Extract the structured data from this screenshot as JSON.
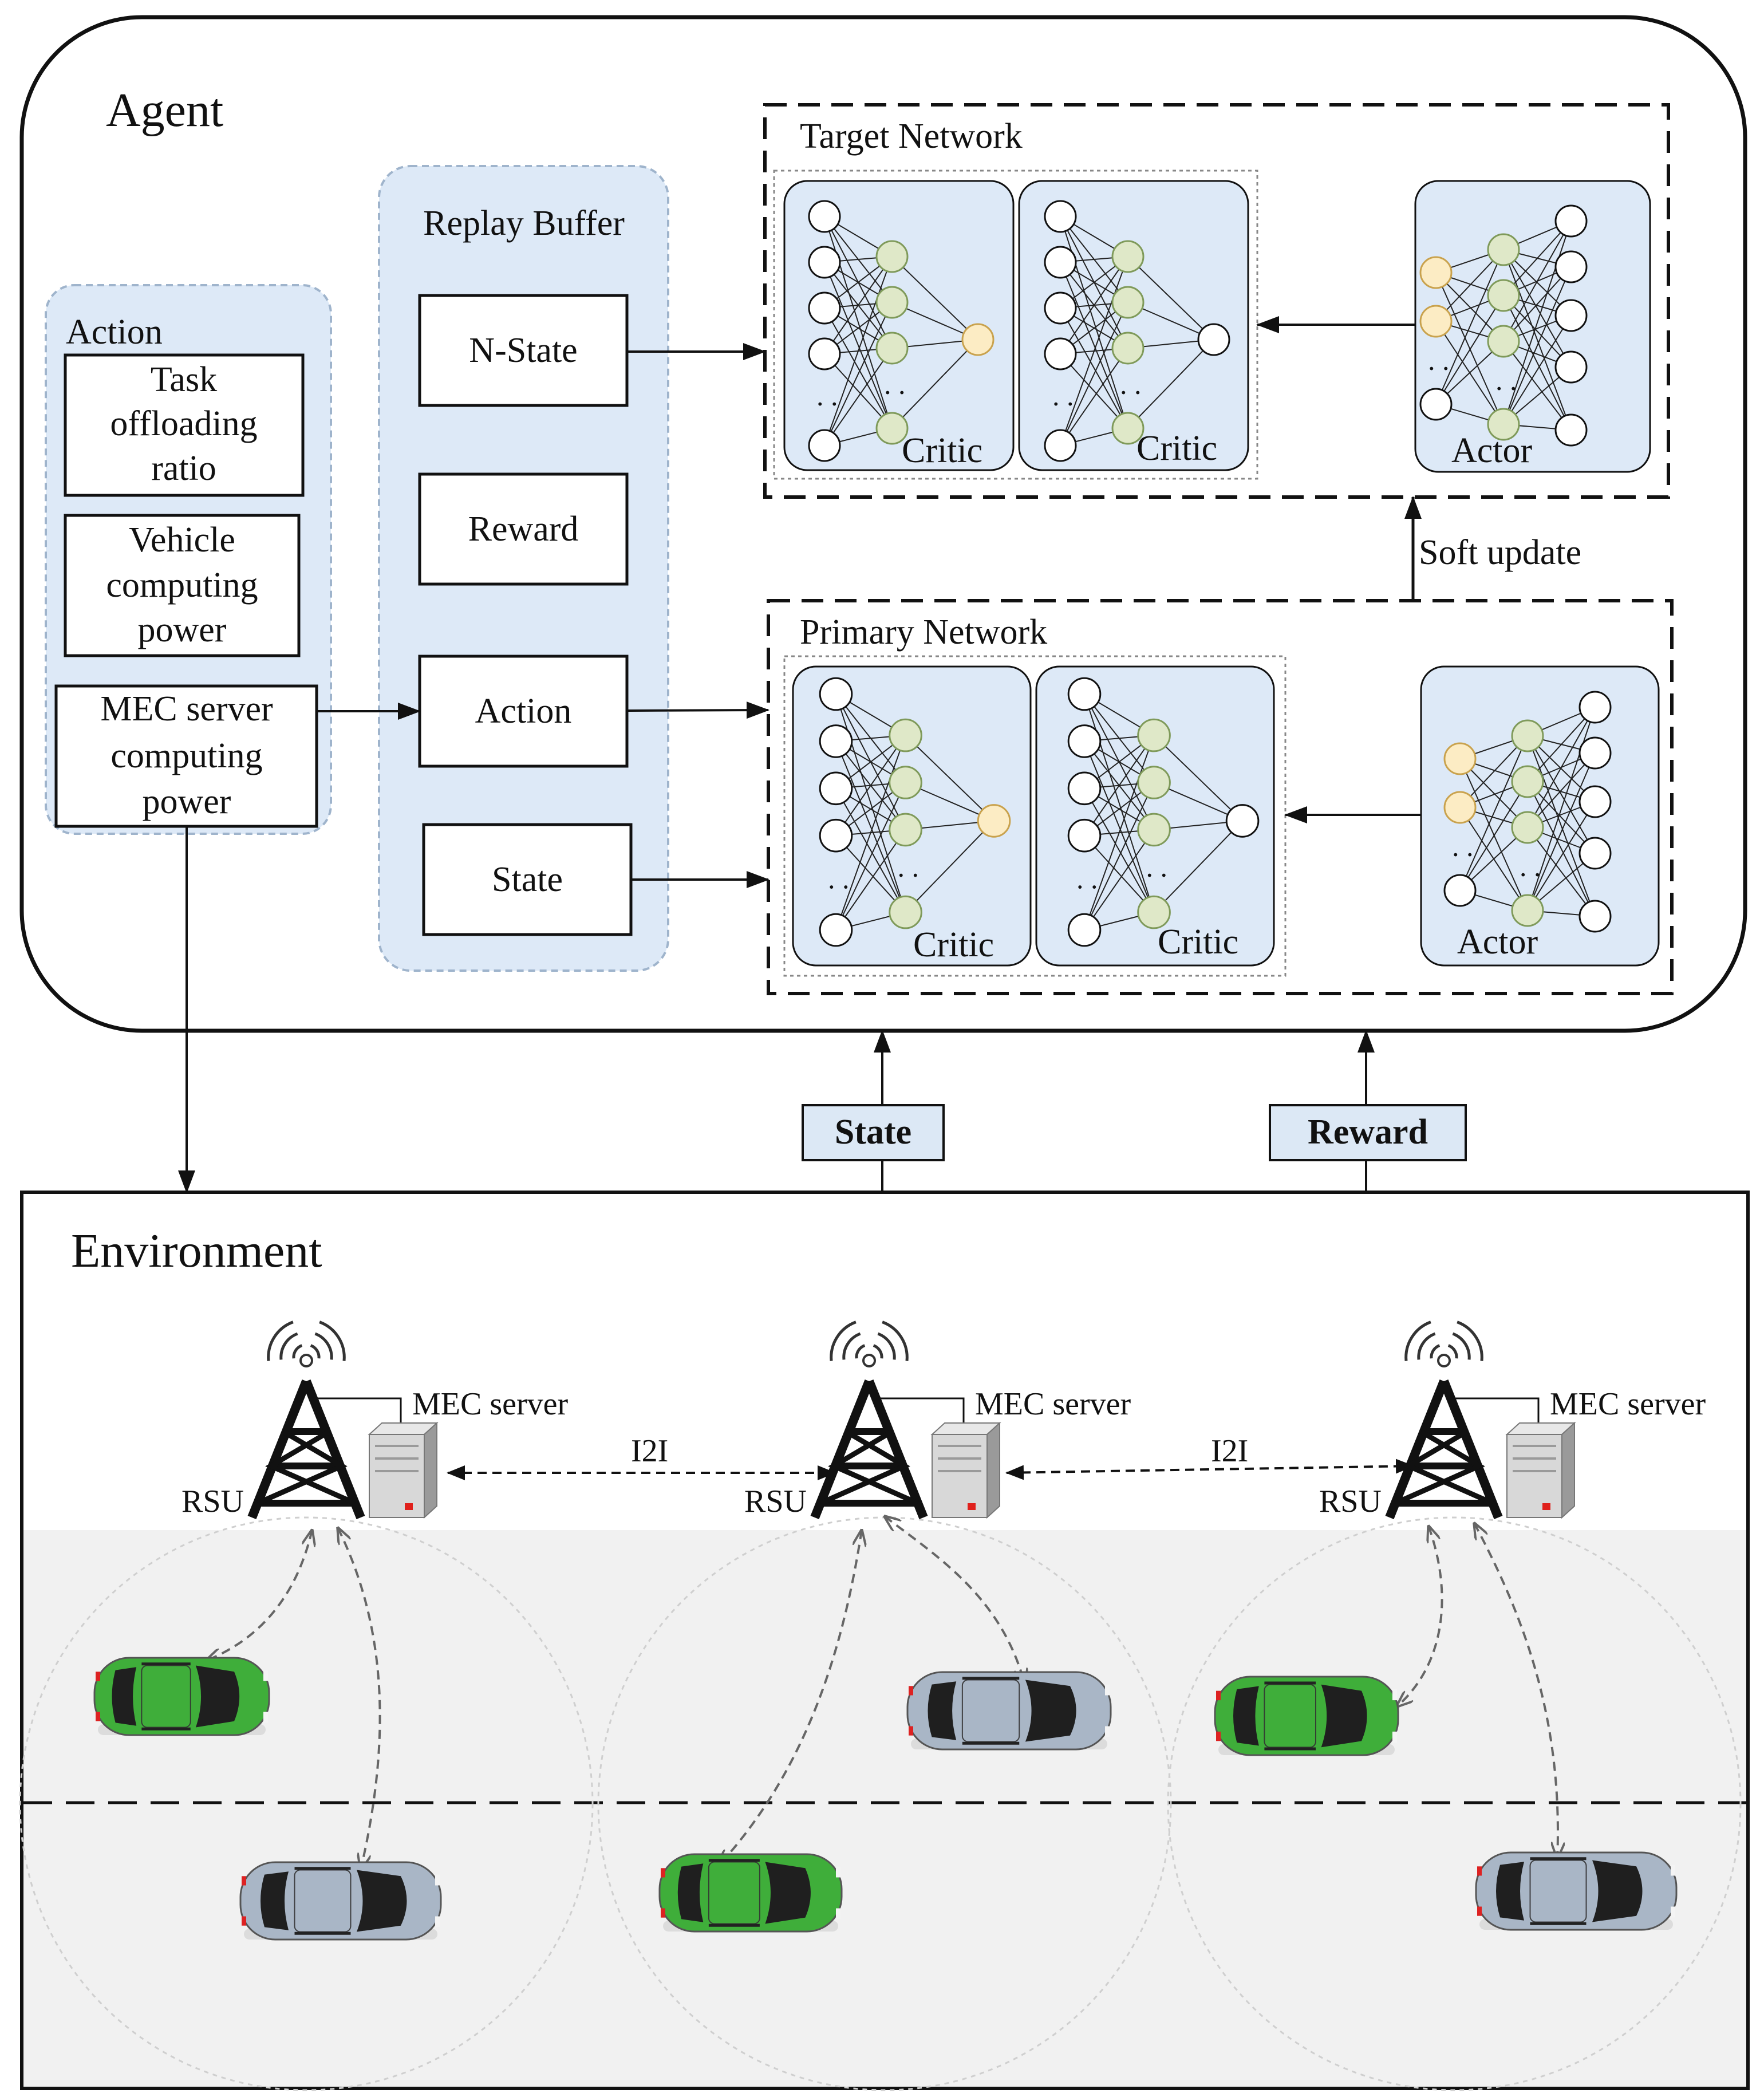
{
  "agent": {
    "title": "Agent",
    "action_panel": {
      "title": "Action",
      "items": [
        [
          "Task",
          "offloading",
          "ratio"
        ],
        [
          "Vehicle",
          "computing",
          "power"
        ],
        [
          "MEC server",
          "computing",
          "power"
        ]
      ]
    },
    "replay_buffer": {
      "title": "Replay Buffer",
      "items": [
        "N-State",
        "Reward",
        "Action",
        "State"
      ]
    },
    "target_network": {
      "title": "Target Network",
      "critic_label": "Critic",
      "actor_label": "Actor"
    },
    "primary_network": {
      "title": "Primary Network",
      "critic_label": "Critic",
      "actor_label": "Actor"
    },
    "soft_update_label": "Soft update"
  },
  "signals": {
    "state": "State",
    "reward": "Reward"
  },
  "environment": {
    "title": "Environment",
    "mec_label": "MEC server",
    "rsu_label": "RSU",
    "link_label": "I2I"
  },
  "colors": {
    "panel_fill": "#dde9f7",
    "panel_stroke": "#9fb4cc",
    "input_neuron": "#fcecc4",
    "hidden_neuron": "#dfe8c8",
    "hidden_stroke": "#7f9a5a",
    "signal_box": "#dce8f5",
    "road": "#f1f1f1",
    "green_car": "#3fae3a",
    "silver_car": "#a9b6c6"
  }
}
